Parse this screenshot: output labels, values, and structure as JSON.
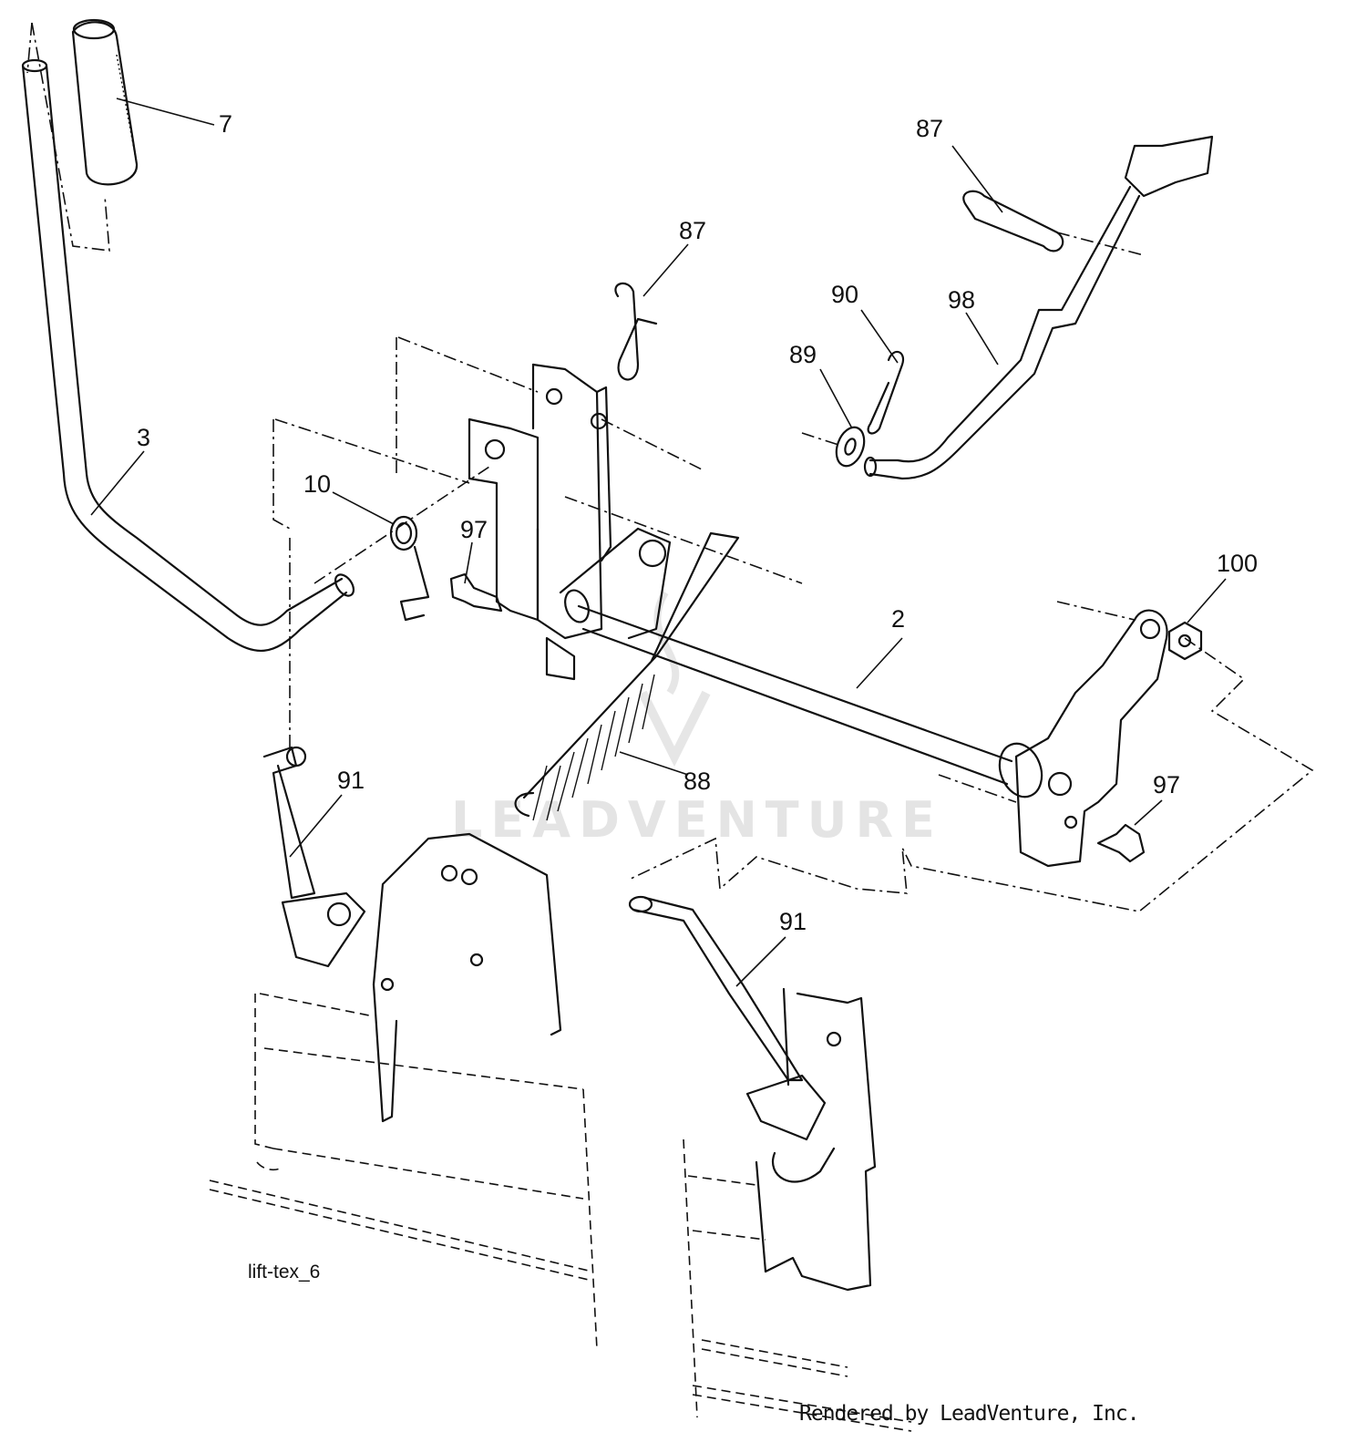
{
  "diagram": {
    "reference": "lift-tex_6",
    "credit": "Rendered by LeadVenture, Inc.",
    "watermark": "LEADVENTURE",
    "callouts": [
      {
        "id": "c7",
        "text": "7"
      },
      {
        "id": "c87a",
        "text": "87"
      },
      {
        "id": "c87b",
        "text": "87"
      },
      {
        "id": "c90",
        "text": "90"
      },
      {
        "id": "c98",
        "text": "98"
      },
      {
        "id": "c89",
        "text": "89"
      },
      {
        "id": "c3",
        "text": "3"
      },
      {
        "id": "c10",
        "text": "10"
      },
      {
        "id": "c97a",
        "text": "97"
      },
      {
        "id": "c100",
        "text": "100"
      },
      {
        "id": "c2",
        "text": "2"
      },
      {
        "id": "c91a",
        "text": "91"
      },
      {
        "id": "c88",
        "text": "88"
      },
      {
        "id": "c97b",
        "text": "97"
      },
      {
        "id": "c91b",
        "text": "91"
      }
    ]
  }
}
